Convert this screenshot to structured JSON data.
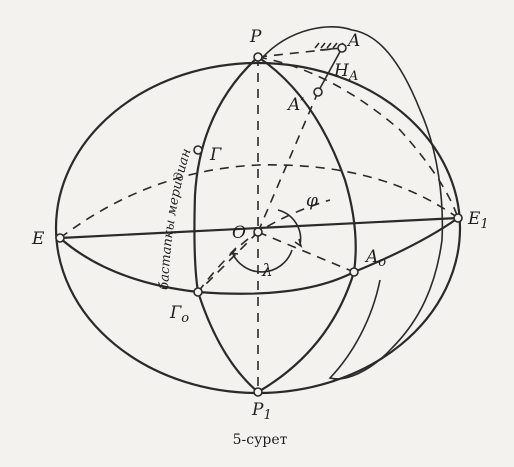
{
  "labels": {
    "P": "P",
    "P1": "P",
    "P1_sub": "1",
    "E": "E",
    "E1": "E",
    "E1_sub": "1",
    "O": "O",
    "A": "A",
    "A_prime": "A",
    "A_prime_mark": "′",
    "A0": "A",
    "A0_sub": "o",
    "H": "H",
    "H_sub": "A",
    "G": "Г",
    "G0": "Г",
    "G0_sub": "o",
    "phi": "φ",
    "lambda": "λ"
  },
  "meridian_label": "бастапқы меридиан",
  "caption": "5-сурет"
}
